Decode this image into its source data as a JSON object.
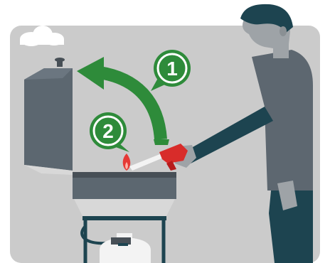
{
  "steps": [
    {
      "number": "1",
      "action": "open-lid"
    },
    {
      "number": "2",
      "action": "light-burner"
    }
  ],
  "colors": {
    "background_panel": "#cbcbcb",
    "cloud": "#ffffff",
    "grill_body": "#5c6770",
    "grill_shadow": "#474f56",
    "grill_stand": "#1d4450",
    "propane_tank": "#f3f3f3",
    "step_badge": "#2e8b3a",
    "arrow": "#2e8b3a",
    "lighter": "#d82c2a",
    "flame": "#e53935",
    "person_shirt": "#5d6770",
    "person_pants": "#1d4450",
    "person_skin": "#9ea3a7"
  },
  "icons": [
    "cloud-icon",
    "curved-arrow-icon",
    "flame-icon",
    "lighter-icon",
    "propane-tank-icon"
  ]
}
